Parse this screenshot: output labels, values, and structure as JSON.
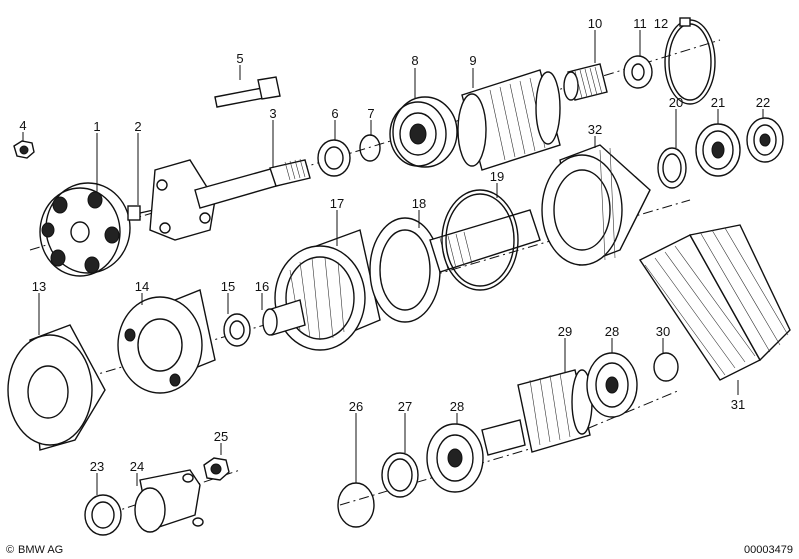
{
  "diagram": {
    "callouts": [
      "1",
      "2",
      "3",
      "4",
      "5",
      "6",
      "7",
      "8",
      "9",
      "10",
      "11",
      "12",
      "13",
      "14",
      "15",
      "16",
      "17",
      "18",
      "19",
      "20",
      "21",
      "22",
      "23",
      "24",
      "25",
      "26",
      "27",
      "28",
      "28",
      "29",
      "30",
      "31",
      "32"
    ],
    "footer": {
      "copyright_symbol": "©",
      "brand": "BMW AG",
      "drawing_number": "00003479"
    }
  }
}
